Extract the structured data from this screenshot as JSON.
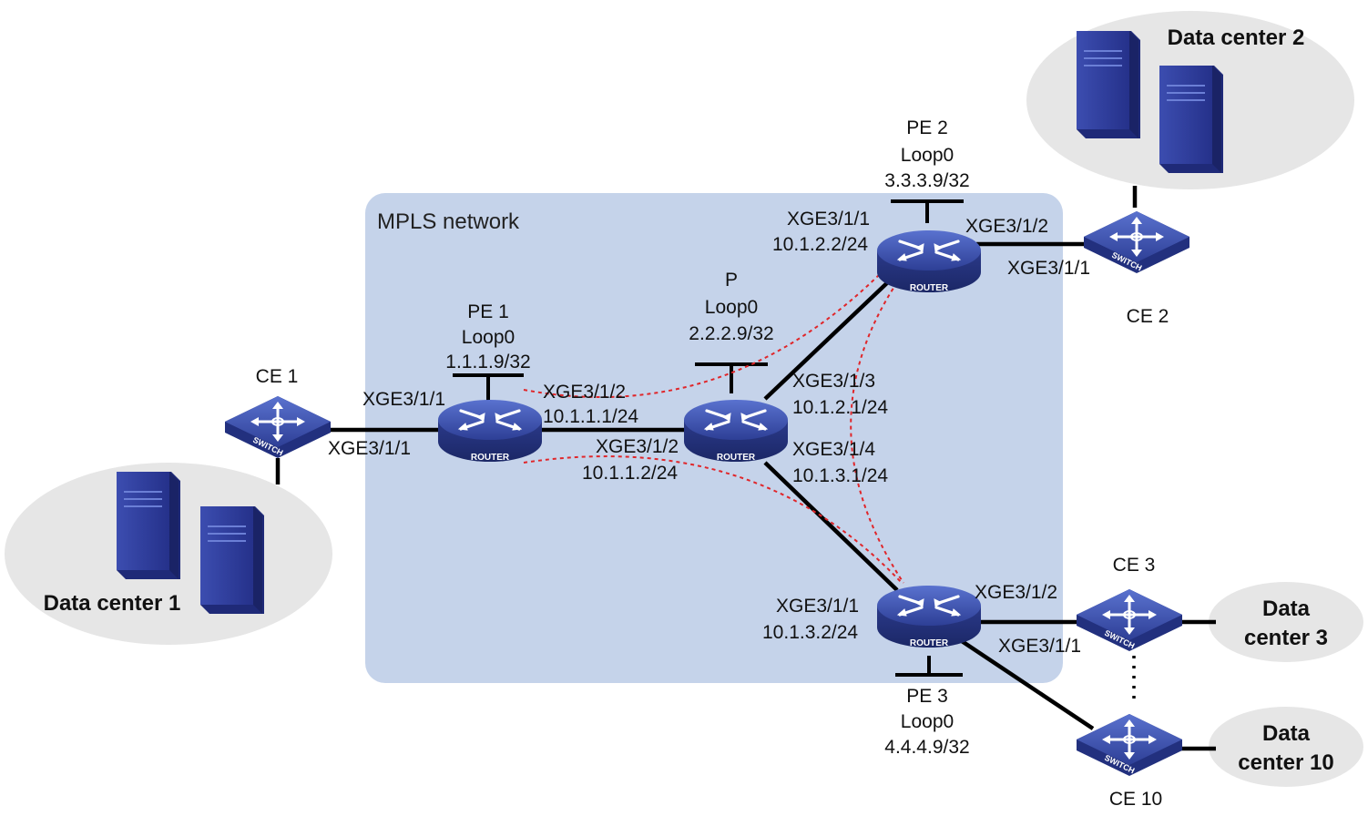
{
  "network": {
    "title": "MPLS network",
    "colors": {
      "mpls_area": "#c5d3ea",
      "dc_area": "#e6e6e6",
      "device": "#3a4ea8",
      "lsp": "#e0262a"
    }
  },
  "devices": {
    "pe1": {
      "name": "PE 1",
      "loop": "Loop0",
      "ip": "1.1.1.9/32",
      "tag": "ROUTER",
      "icon": "router-icon"
    },
    "p": {
      "name": "P",
      "loop": "Loop0",
      "ip": "2.2.2.9/32",
      "tag": "ROUTER",
      "icon": "router-icon"
    },
    "pe2": {
      "name": "PE 2",
      "loop": "Loop0",
      "ip": "3.3.3.9/32",
      "tag": "ROUTER",
      "icon": "router-icon"
    },
    "pe3": {
      "name": "PE 3",
      "loop": "Loop0",
      "ip": "4.4.4.9/32",
      "tag": "ROUTER",
      "icon": "router-icon"
    },
    "ce1": {
      "name": "CE 1",
      "tag": "SWITCH",
      "icon": "switch-icon"
    },
    "ce2": {
      "name": "CE 2",
      "tag": "SWITCH",
      "icon": "switch-icon"
    },
    "ce3": {
      "name": "CE 3",
      "tag": "SWITCH",
      "icon": "switch-icon"
    },
    "ce10": {
      "name": "CE 10",
      "tag": "SWITCH",
      "icon": "switch-icon"
    }
  },
  "interfaces": {
    "ce1_xge311": "XGE3/1/1",
    "pe1_xge311": "XGE3/1/1",
    "pe1_xge312": "XGE3/1/2",
    "pe1_xge312_ip": "10.1.1.1/24",
    "p_xge312": "XGE3/1/2",
    "p_xge312_ip": "10.1.1.2/24",
    "p_xge313": "XGE3/1/3",
    "p_xge313_ip": "10.1.2.1/24",
    "p_xge314": "XGE3/1/4",
    "p_xge314_ip": "10.1.3.1/24",
    "pe2_xge311": "XGE3/1/1",
    "pe2_xge311_ip": "10.1.2.2/24",
    "pe2_xge312": "XGE3/1/2",
    "ce2_xge311": "XGE3/1/1",
    "pe3_xge311": "XGE3/1/1",
    "pe3_xge311_ip": "10.1.3.2/24",
    "pe3_xge312": "XGE3/1/2",
    "ce3_xge311": "XGE3/1/1"
  },
  "datacenters": {
    "dc1": "Data center 1",
    "dc2": "Data center 2",
    "dc3_line1": "Data",
    "dc3_line2": "center 3",
    "dc10_line1": "Data",
    "dc10_line2": "center 10"
  }
}
